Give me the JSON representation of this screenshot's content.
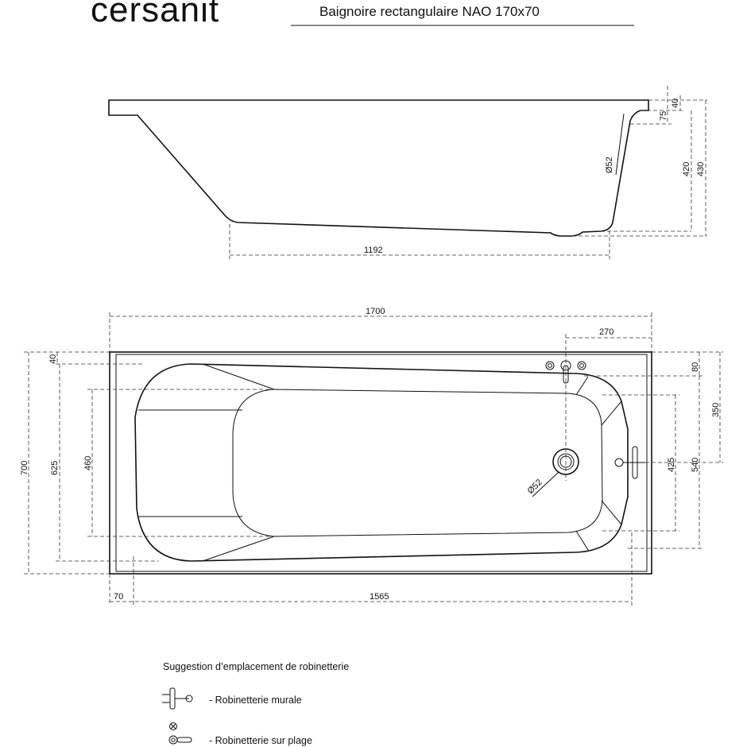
{
  "header": {
    "logo": "cersanit",
    "title": "Baignoire rectangulaire NAO 170x70"
  },
  "side_view": {
    "dims": {
      "length_bottom": "1192",
      "rim": "40",
      "rim_inner": "75",
      "depth_inner": "420",
      "depth_total": "430",
      "overflow_diameter": "Ø52"
    }
  },
  "top_view": {
    "dims": {
      "length_total": "1700",
      "tap_offset": "270",
      "rim_top": "40",
      "width_total": "700",
      "width_inner": "625",
      "width_bottom": "460",
      "tap_distance": "80",
      "overflow_height": "350",
      "drain_offset": "425",
      "width_outer_right": "540",
      "drain_diameter": "Ø52",
      "left_offset": "70",
      "length_inner": "1565"
    }
  },
  "legend": {
    "heading": "Suggestion d’emplacement de robinetterie",
    "items": [
      {
        "icon": "wall-faucet-icon",
        "label": "- Robinetterie murale"
      },
      {
        "icon": "deck-faucet-icon",
        "label": "- Robinetterie sur plage"
      }
    ]
  }
}
